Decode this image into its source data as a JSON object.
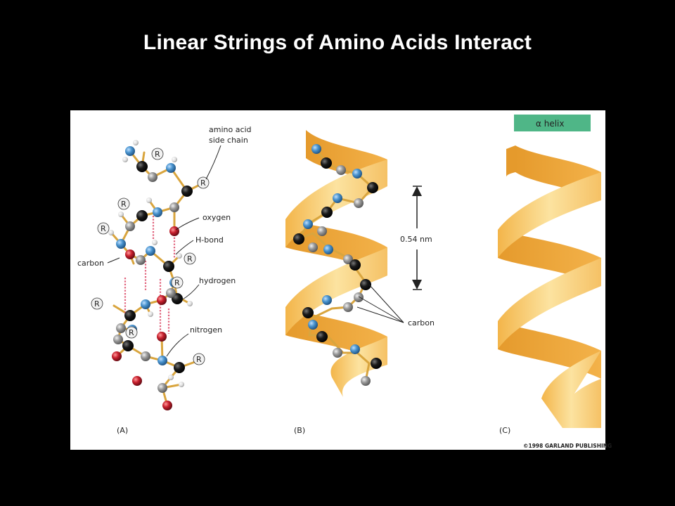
{
  "slide": {
    "title": "Linear Strings of Amino Acids Interact"
  },
  "figure": {
    "badge": "α helix",
    "panels": [
      "(A)",
      "(B)",
      "(C)"
    ],
    "copyright": "©1998 GARLAND PUBLISHING",
    "labels": {
      "side_chain_line1": "amino acid",
      "side_chain_line2": "side chain",
      "oxygen": "oxygen",
      "hbond": "H-bond",
      "carbon_a": "carbon",
      "hydrogen": "hydrogen",
      "nitrogen": "nitrogen",
      "distance": "0.54 nm",
      "carbon_b": "carbon",
      "r_group": "R"
    },
    "colors": {
      "ribbon_light": "#F9D98A",
      "ribbon_dark": "#EFA838",
      "nitrogen": "#4A94CF",
      "oxygen": "#C8202E",
      "carbon": "#1A1A1A",
      "alpha_carbon": "#9A9A9A",
      "hydrogen": "#EAEAEA",
      "bond": "#D9A53E",
      "hbond": "#E0607A",
      "badge": "#4FB687"
    }
  }
}
